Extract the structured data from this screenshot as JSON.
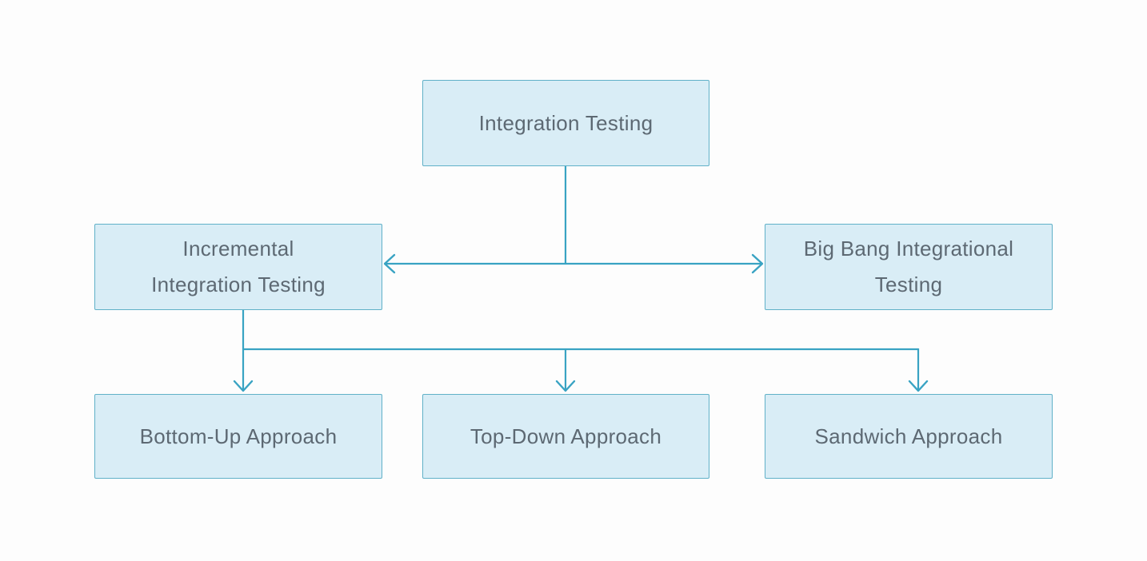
{
  "colors": {
    "background": "#fdfdfd",
    "node_fill": "#d9edf6",
    "node_border": "#60b1c8",
    "connector": "#39a3c3",
    "text": "#5d6973"
  },
  "nodes": {
    "integration_testing": {
      "line1": "Integration Testing"
    },
    "incremental_integration_testing": {
      "line1": "Incremental",
      "line2": "Integration Testing"
    },
    "big_bang_integrational_testing": {
      "line1": "Big Bang Integrational",
      "line2": "Testing"
    },
    "bottom_up_approach": {
      "line1": "Bottom-Up Approach"
    },
    "top_down_approach": {
      "line1": "Top-Down Approach"
    },
    "sandwich_approach": {
      "line1": "Sandwich Approach"
    }
  },
  "edges": {
    "root_to_branch": "Integration Testing -> branch rail",
    "branch_double_arrow": "Incremental Integration Testing <-> Big Bang Integrational Testing",
    "incremental_to_bottom_up": "Incremental Integration Testing -> Bottom-Up Approach",
    "rail_to_top_down": "rail -> Top-Down Approach",
    "rail_to_sandwich": "rail -> Sandwich Approach"
  }
}
